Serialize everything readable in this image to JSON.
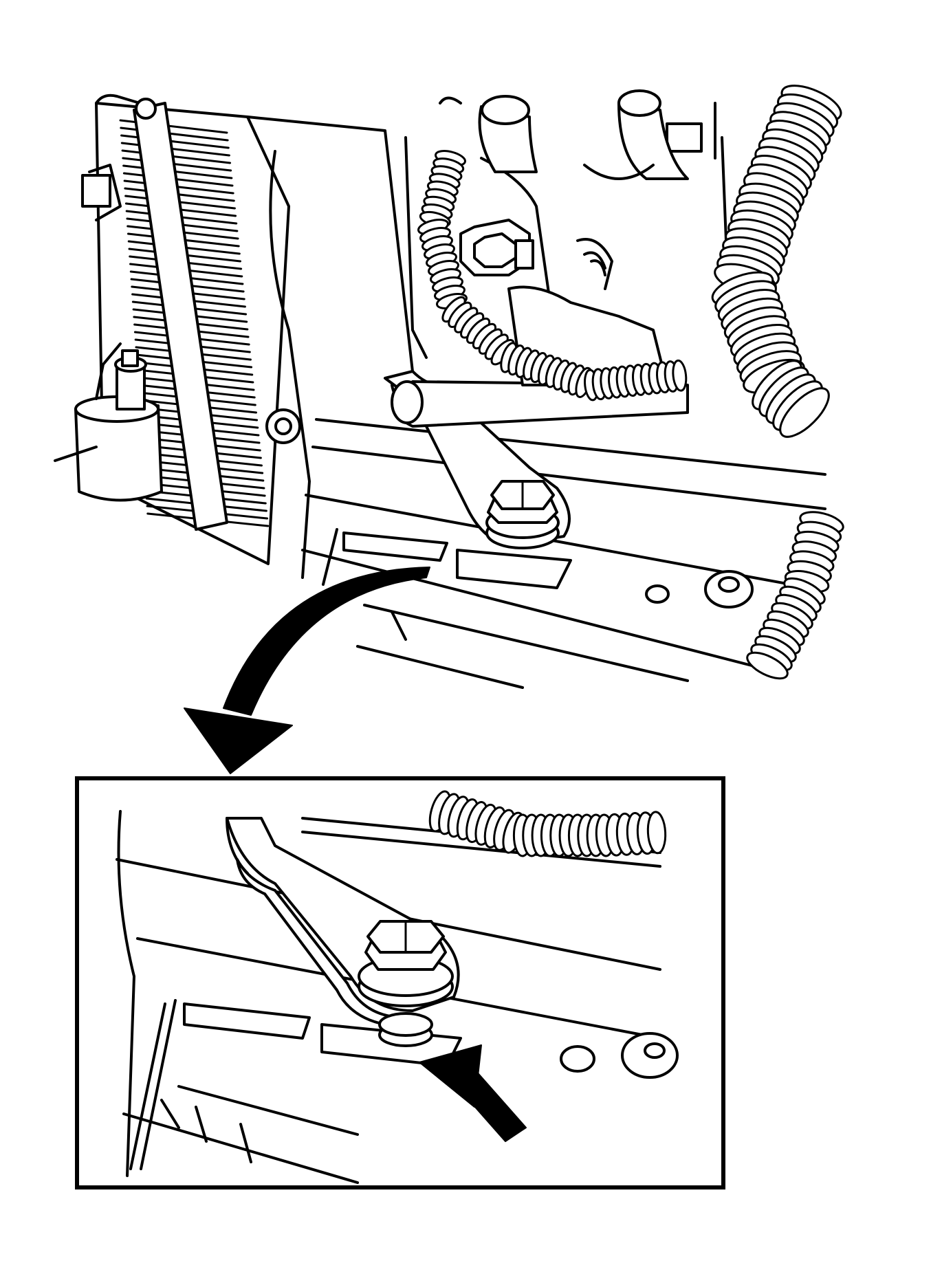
{
  "figure": {
    "background_color": "#ffffff",
    "line_color": "#000000",
    "components": [
      "radiator-core",
      "wiring-harness",
      "mounting-bracket",
      "hex-bolt",
      "detail-inset",
      "callout-arrow",
      "locator-arrow"
    ]
  }
}
